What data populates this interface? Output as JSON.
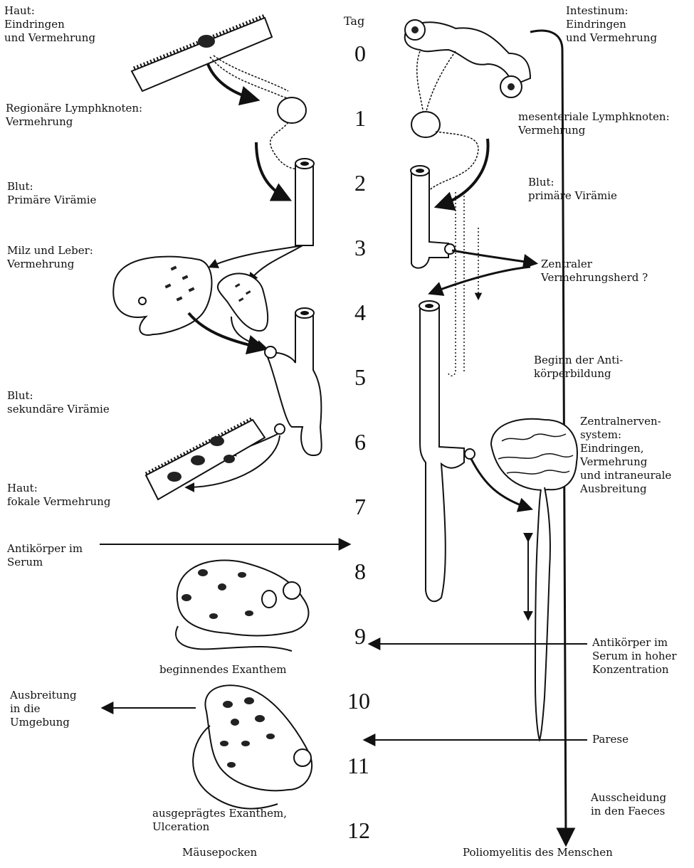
{
  "timeline": {
    "header": "Tag",
    "days": [
      "0",
      "1",
      "2",
      "3",
      "4",
      "5",
      "6",
      "7",
      "8",
      "9",
      "10",
      "11",
      "12"
    ]
  },
  "left": {
    "caption": "Mäusepocken",
    "labels": {
      "skin_entry": "Haut:\n  Eindringen\n  und Vermehrung",
      "lymph": "Regionäre Lymphknoten:\n   Vermehrung",
      "blood1": "Blut:\n  Primäre Virämie",
      "spleen": "Milz und Leber:\n  Vermehrung",
      "blood2": "Blut:\n  sekundäre Virämie",
      "skin_focal": "Haut:\n  fokale Vermehrung",
      "antibody": "Antikörper im\nSerum",
      "exanthem_begin": "beginnendes Exanthem",
      "spread": "Ausbreitung\nin die\nUmgebung",
      "exanthem_full": "ausgeprägtes Exanthem,\nUlceration"
    }
  },
  "right": {
    "caption": "Poliomyelitis des Menschen",
    "labels": {
      "intestine": "Intestinum:\n  Eindringen\n  und Vermehrung",
      "mes_lymph": "mesenteriale Lymphknoten:\n   Vermehrung",
      "blood1": "Blut:\n  primäre Virämie",
      "central": "Zentraler\nVermehrungsherd ?",
      "antibody_start": "Beginn der Anti-\nkörperbildung",
      "cns": "Zentralnerven-\n    system:\nEindringen,\nVermehrung\nund intraneurale\nAusbreitung",
      "antibody_high": "Antikörper im\nSerum in hoher\nKonzentration",
      "paresis": "Parese",
      "excretion": "Ausscheidung\nin den Faeces"
    }
  }
}
